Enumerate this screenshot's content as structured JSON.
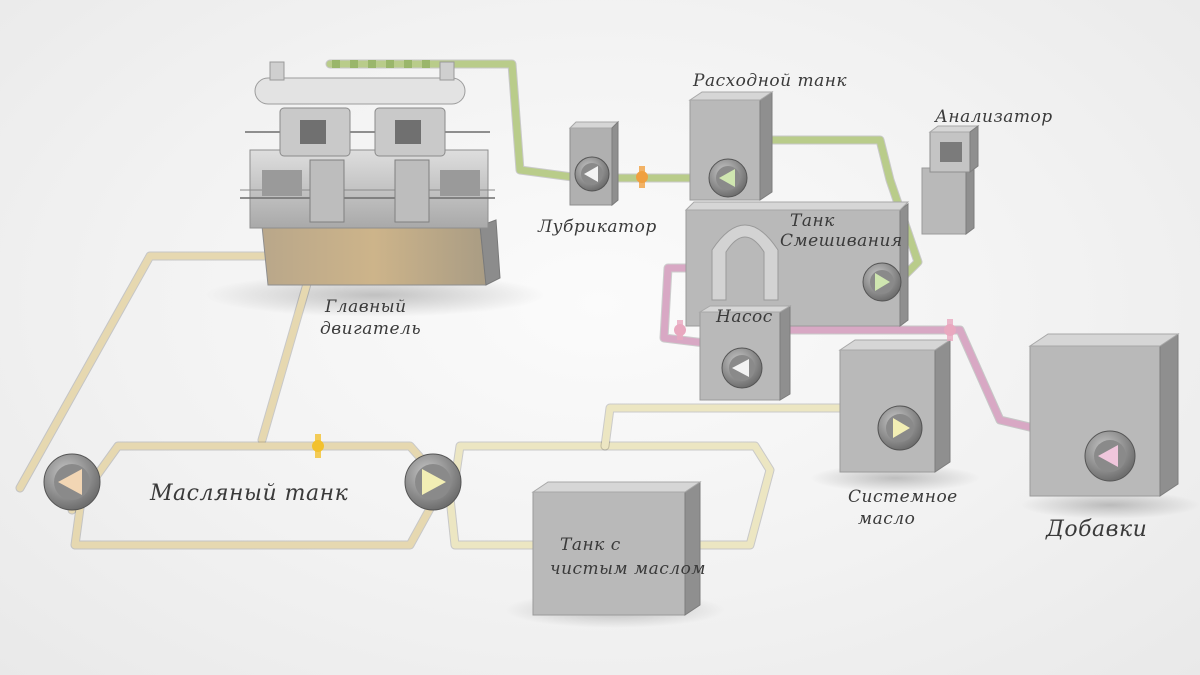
{
  "labels": {
    "main_engine_line1": "Главный",
    "main_engine_line2": "двигатель",
    "lubricator": "Лубрикатор",
    "service_tank": "Расходной танк",
    "analyzer": "Анализатор",
    "blend_tank_line1": "Танк",
    "blend_tank_line2": "Смешивания",
    "pump": "Насос",
    "oil_tank": "Масляный танк",
    "clean_oil_tank_line1": "Танк с",
    "clean_oil_tank_line2": "чистым маслом",
    "system_oil_line1": "Системное",
    "system_oil_line2": "масло",
    "additives": "Добавки"
  },
  "colors": {
    "pipe_main": "#e6d8b0",
    "pipe_green": "#b9cc8a",
    "pipe_pink": "#d8a8c4",
    "valve_orange": "#f0a040",
    "valve_yellow": "#f2c12e",
    "pump_tri_green": "#cfe6b0",
    "pump_tri_yellow": "#f2eeb4",
    "pump_tri_pink": "#f0c6dc",
    "pump_tri_peach": "#f2d6b4"
  },
  "icons": {
    "pump": "pump-icon",
    "valve": "valve-icon",
    "engine": "engine-icon",
    "tank": "tank-icon"
  }
}
